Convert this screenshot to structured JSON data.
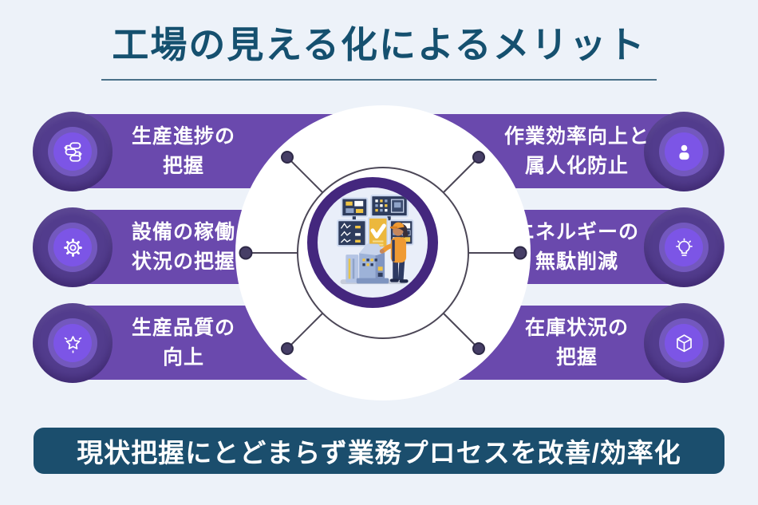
{
  "title": {
    "text": "工場の見える化によるメリット"
  },
  "benefits": {
    "left": [
      {
        "icon": "workflow-icon",
        "lines": [
          "生産進捗の",
          "把握"
        ]
      },
      {
        "icon": "gear-icon",
        "lines": [
          "設備の稼働",
          "状況の把握"
        ]
      },
      {
        "icon": "sparkle-star-icon",
        "lines": [
          "生産品質の",
          "向上"
        ]
      }
    ],
    "right": [
      {
        "icon": "person-icon",
        "lines": [
          "作業効率向上と",
          "属人化防止"
        ]
      },
      {
        "icon": "lightbulb-icon",
        "lines": [
          "エネルギーの",
          "無駄削減"
        ]
      },
      {
        "icon": "cube-icon",
        "lines": [
          "在庫状況の",
          "把握"
        ]
      }
    ]
  },
  "center": {
    "illustration": "factory-operator-at-control-panels"
  },
  "footer": {
    "text": "現状把握にとどまらず業務プロセスを改善/効率化"
  },
  "colors": {
    "background": "#edf2f9",
    "title_text": "#15506f",
    "pill_purple": "#6a49ad",
    "icon_disc_purple": "#523c8d",
    "icon_core_purple": "#7c55e6",
    "hub_ring_purple": "#44277e",
    "banner_blue": "#1b4e6d",
    "connector_dark": "#4c4757",
    "text_white": "#ffffff"
  }
}
